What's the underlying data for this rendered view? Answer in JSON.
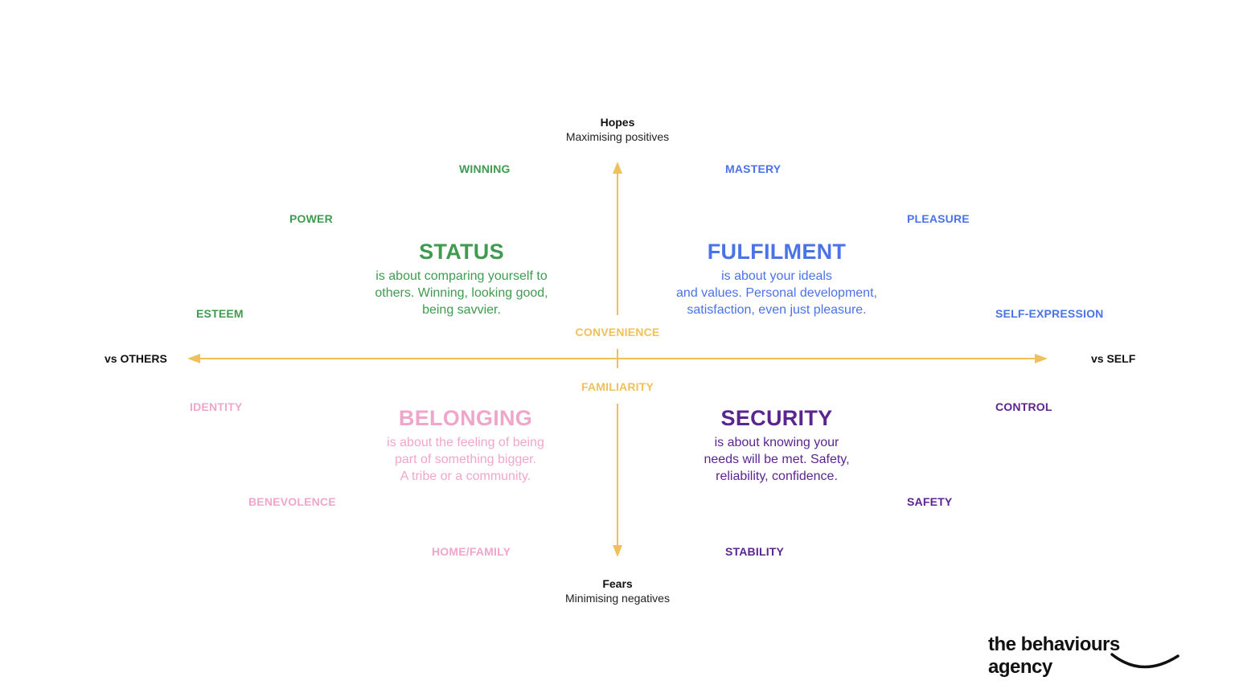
{
  "axes": {
    "top_title": "Hopes",
    "top_sub": "Maximising positives",
    "bottom_title": "Fears",
    "bottom_sub": "Minimising negatives",
    "left": "vs OTHERS",
    "right": "vs SELF",
    "upper_center": "CONVENIENCE",
    "lower_center": "FAMILIARITY"
  },
  "quadrants": {
    "status": {
      "title": "STATUS",
      "lines": [
        "is about comparing yourself to",
        "others. Winning, looking good,",
        "being savvier."
      ]
    },
    "fulfilment": {
      "title": "FULFILMENT",
      "lines": [
        "is about your ideals",
        "and values. Personal development,",
        "satisfaction, even just pleasure."
      ]
    },
    "belonging": {
      "title": "BELONGING",
      "lines": [
        "is about the feeling of being",
        "part of something bigger.",
        "A tribe or a community."
      ]
    },
    "security": {
      "title": "SECURITY",
      "lines": [
        "is about knowing your",
        "needs will be met. Safety,",
        "reliability, confidence."
      ]
    }
  },
  "motivators": {
    "winning": "WINNING",
    "power": "POWER",
    "esteem": "ESTEEM",
    "mastery": "MASTERY",
    "pleasure": "PLEASURE",
    "self_expression": "SELF-EXPRESSION",
    "identity": "IDENTITY",
    "benevolence": "BENEVOLENCE",
    "home_family": "HOME/FAMILY",
    "control": "CONTROL",
    "safety": "SAFETY",
    "stability": "STABILITY"
  },
  "colors": {
    "status": "#3f9b4f",
    "fulfilment": "#4a73e8",
    "belonging": "#f0a6cb",
    "security": "#5b2590",
    "axis": "#efc15a"
  },
  "brand": {
    "logo_text": "the behaviours agency"
  }
}
